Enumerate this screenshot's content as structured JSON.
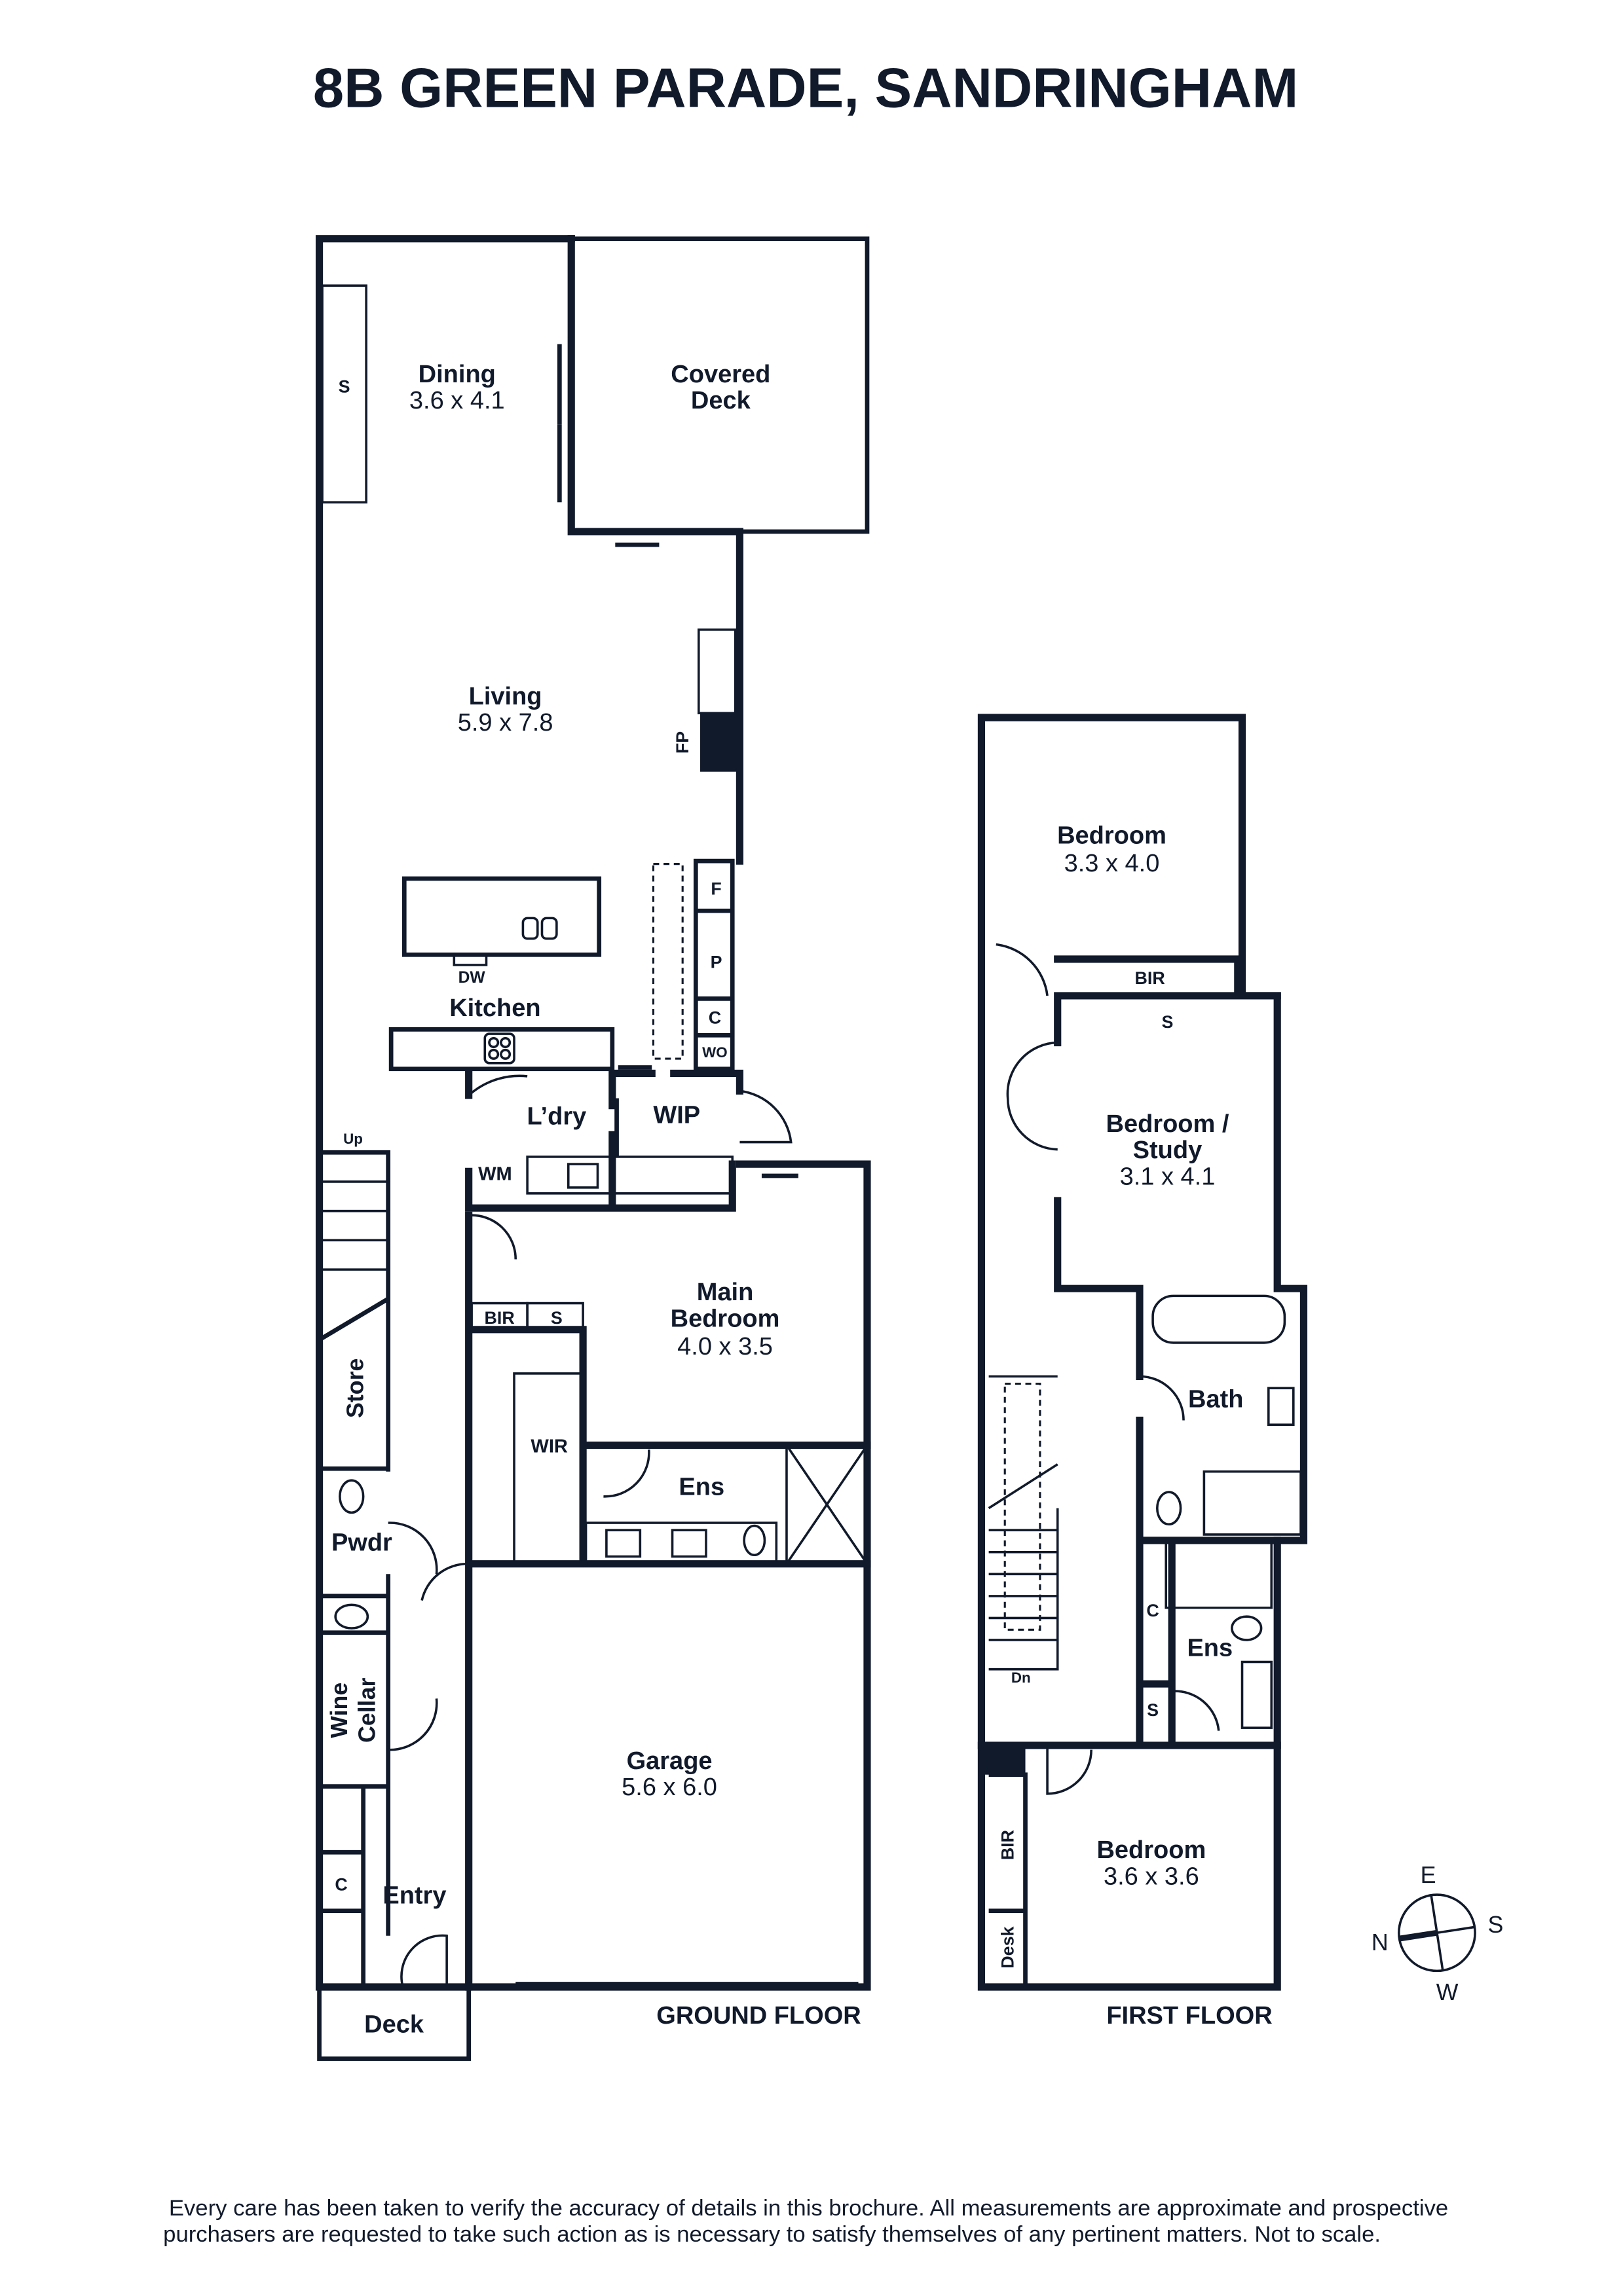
{
  "title": "8B GREEN PARADE, SANDRINGHAM",
  "ground_floor": {
    "label": "GROUND FLOOR",
    "rooms": {
      "dining": {
        "name": "Dining",
        "size": "3.6 x 4.1"
      },
      "covered_deck": {
        "line1": "Covered",
        "line2": "Deck"
      },
      "living": {
        "name": "Living",
        "size": "5.9 x 7.8"
      },
      "kitchen": {
        "name": "Kitchen"
      },
      "laundry": {
        "name": "L’dry"
      },
      "wip": {
        "name": "WIP"
      },
      "main_bedroom": {
        "line1": "Main",
        "line2": "Bedroom",
        "size": "4.0 x 3.5"
      },
      "wir": {
        "name": "WIR"
      },
      "ensuite": {
        "name": "Ens"
      },
      "store": {
        "name": "Store"
      },
      "powder": {
        "name": "Pwdr"
      },
      "wine_cellar": {
        "line1": "Wine",
        "line2": "Cellar"
      },
      "entry": {
        "name": "Entry"
      },
      "deck": {
        "name": "Deck"
      },
      "garage": {
        "name": "Garage",
        "size": "5.6 x 6.0"
      }
    },
    "fixtures": {
      "s": "S",
      "fp": "FP",
      "f": "F",
      "p": "P",
      "c": "C",
      "wo": "WO",
      "dw": "DW",
      "wm": "WM",
      "bir": "BIR",
      "s2": "S",
      "c2": "C",
      "up": "Up"
    }
  },
  "first_floor": {
    "label": "FIRST FLOOR",
    "rooms": {
      "bedroom1": {
        "name": "Bedroom",
        "size": "3.3 x 4.0"
      },
      "bedroom_study": {
        "line1": "Bedroom /",
        "line2": "Study",
        "size": "3.1 x 4.1"
      },
      "bath": {
        "name": "Bath"
      },
      "ensuite": {
        "name": "Ens"
      },
      "bedroom2": {
        "name": "Bedroom",
        "size": "3.6 x 3.6"
      }
    },
    "fixtures": {
      "bir_top": "BIR",
      "s_top": "S",
      "c": "C",
      "s": "S",
      "bir": "BIR",
      "desk": "Desk",
      "dn": "Dn"
    }
  },
  "compass": {
    "n": "N",
    "e": "E",
    "s": "S",
    "w": "W"
  },
  "disclaimer": {
    "line1": "Every care has been taken to verify the accuracy of details in this brochure. All measurements are approximate and prospective",
    "line2": "purchasers are requested to take such action as is necessary to satisfy themselves of any pertinent matters. Not to scale."
  }
}
